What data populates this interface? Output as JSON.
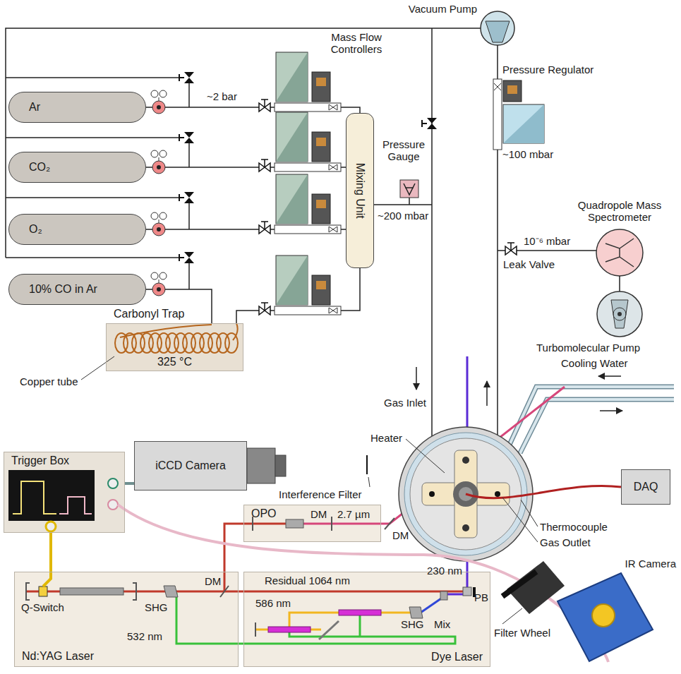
{
  "diagram": {
    "nodes": [
      {
        "text": [
          "Ar"
        ]
      },
      {
        "text": [
          "CO₂"
        ]
      },
      {
        "text": [
          "O₂"
        ]
      },
      {
        "text": [
          "10% CO in Ar"
        ]
      },
      {
        "text": [
          "Mixing Unit"
        ]
      },
      {
        "text": [
          "Carbonyl Trap",
          "325 °C"
        ]
      },
      {
        "text": [
          "Trigger Box"
        ]
      },
      {
        "text": [
          "iCCD Camera"
        ]
      },
      {
        "text": [
          "Nd:YAG Laser"
        ]
      },
      {
        "text": [
          "Dye Laser"
        ]
      },
      {
        "text": [
          "OPO"
        ]
      },
      {
        "text": [
          "DAQ"
        ]
      }
    ],
    "edges": [
      {
        "from": 0,
        "to": 4,
        "arrow": "none"
      },
      {
        "from": 1,
        "to": 4,
        "arrow": "none"
      },
      {
        "from": 2,
        "to": 4,
        "arrow": "none"
      },
      {
        "from": 3,
        "to": 5,
        "arrow": "none"
      },
      {
        "from": 5,
        "to": 4,
        "arrow": "none"
      },
      {
        "from": 6,
        "to": 7,
        "arrow": "none"
      },
      {
        "from": 6,
        "to": 8,
        "arrow": "none"
      }
    ],
    "labels": [
      "Vacuum Pump",
      "Mass Flow Controllers",
      "~2 bar",
      "Pressure Regulator",
      "~100 mbar",
      "Pressure Gauge",
      "~200 mbar",
      "Quadropole Mass Spectrometer",
      "10⁻⁶ mbar",
      "Leak Valve",
      "Turbomolecular Pump",
      "Cooling Water",
      "Gas Inlet",
      "Heater",
      "Thermocouple",
      "Gas Outlet",
      "Copper tube",
      "Interference Filter",
      "2.7 µm",
      "DM",
      "DM",
      "230 nm",
      "PB",
      "Residual 1064 nm",
      "586 nm",
      "SHG",
      "Mix",
      "SHG",
      "DM",
      "Q-Switch",
      "532 nm",
      "IR Camera",
      "Filter Wheel"
    ]
  }
}
